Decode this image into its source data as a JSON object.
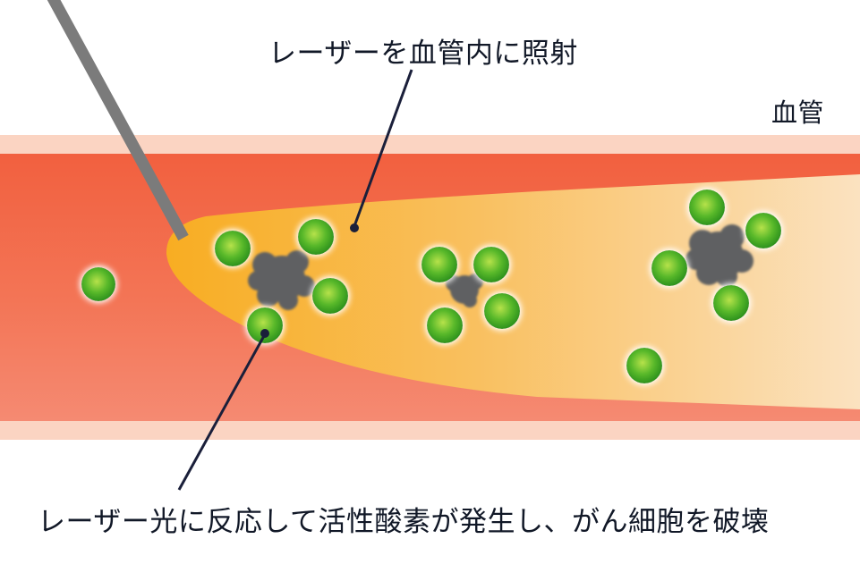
{
  "labels": {
    "laser_irradiation": "レーザーを血管内に照射",
    "vessel": "血管",
    "reaction": "レーザー光に反応して活性酸素が発生し、がん細胞を破壊"
  },
  "colors": {
    "vessel_wall": "#fbd4c2",
    "blood": "#f26a4d",
    "laser_core": "#f9b42d",
    "laser_tail": "#fde6c8",
    "cell_green": "#37a51f",
    "cancer_cell": "#5f6062",
    "fiber": "#7b7b7b",
    "leader_line": "#1a1f3a"
  }
}
